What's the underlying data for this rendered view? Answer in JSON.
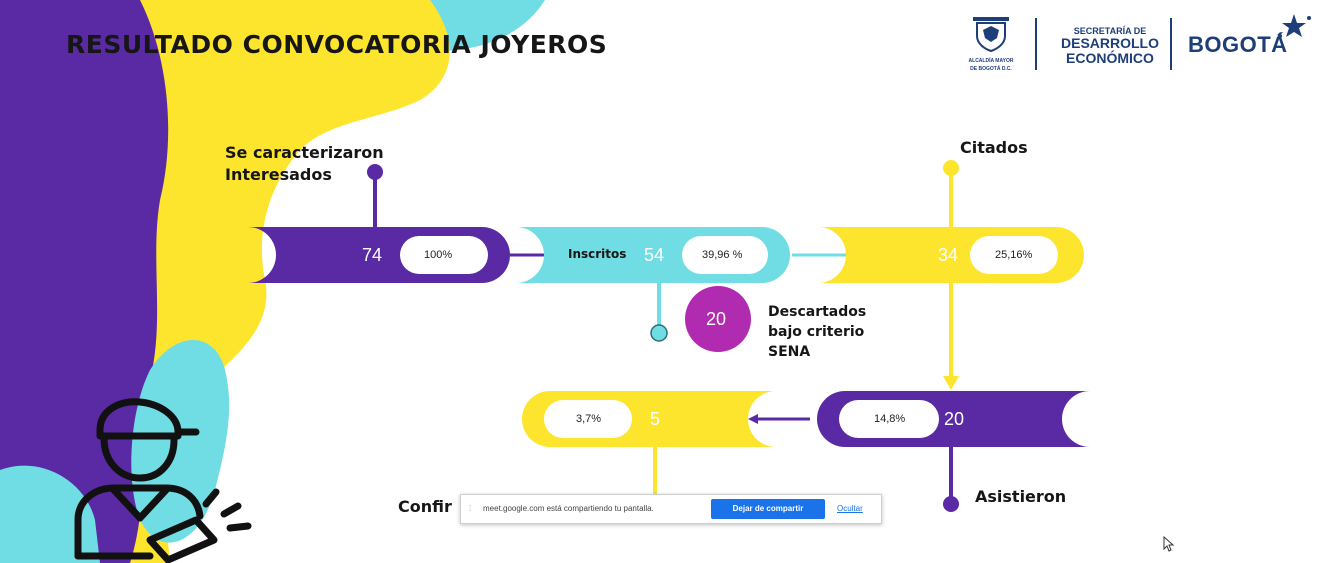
{
  "header": {
    "title": "RESULTADO CONVOCATORIA JOYEROS",
    "alcaldia": [
      "ALCALDÍA MAYOR",
      "DE BOGOTÁ D.C."
    ],
    "secretaria": [
      "SECRETARÍA DE",
      "DESARROLLO",
      "ECONÓMICO"
    ],
    "bogota": "BOGOTÁ"
  },
  "flow": {
    "caracterizados_label": [
      "Se caracterizaron",
      "Interesados"
    ],
    "caracterizados_value": "74",
    "caracterizados_pct": "100%",
    "inscritos_label": "Inscritos",
    "inscritos_value": "54",
    "inscritos_pct": "39,96 %",
    "descartados_value": "20",
    "descartados_label": [
      "Descartados",
      "bajo criterio",
      "SENA"
    ],
    "citados_label": "Citados",
    "citados_value": "34",
    "citados_pct": "25,16%",
    "asistieron_label": "Asistieron",
    "asistieron_value": "20",
    "asistieron_pct": "14,8%",
    "confirmados_label": "Confir",
    "confirmados_value": "5",
    "confirmados_pct": "3,7%"
  },
  "share_bar": {
    "message": "meet.google.com está compartiendo tu pantalla.",
    "stop_button": "Dejar de compartir",
    "hide_link": "Ocultar"
  },
  "colors": {
    "purple": "#5a2aa4",
    "yellow": "#fde52e",
    "cyan": "#6fdde3",
    "magenta": "#b12bb0",
    "navy": "#1d3e78"
  },
  "icons": [
    "jeweler-icon",
    "cursor-icon",
    "bogota-star-icon",
    "coat-of-arms-icon"
  ]
}
